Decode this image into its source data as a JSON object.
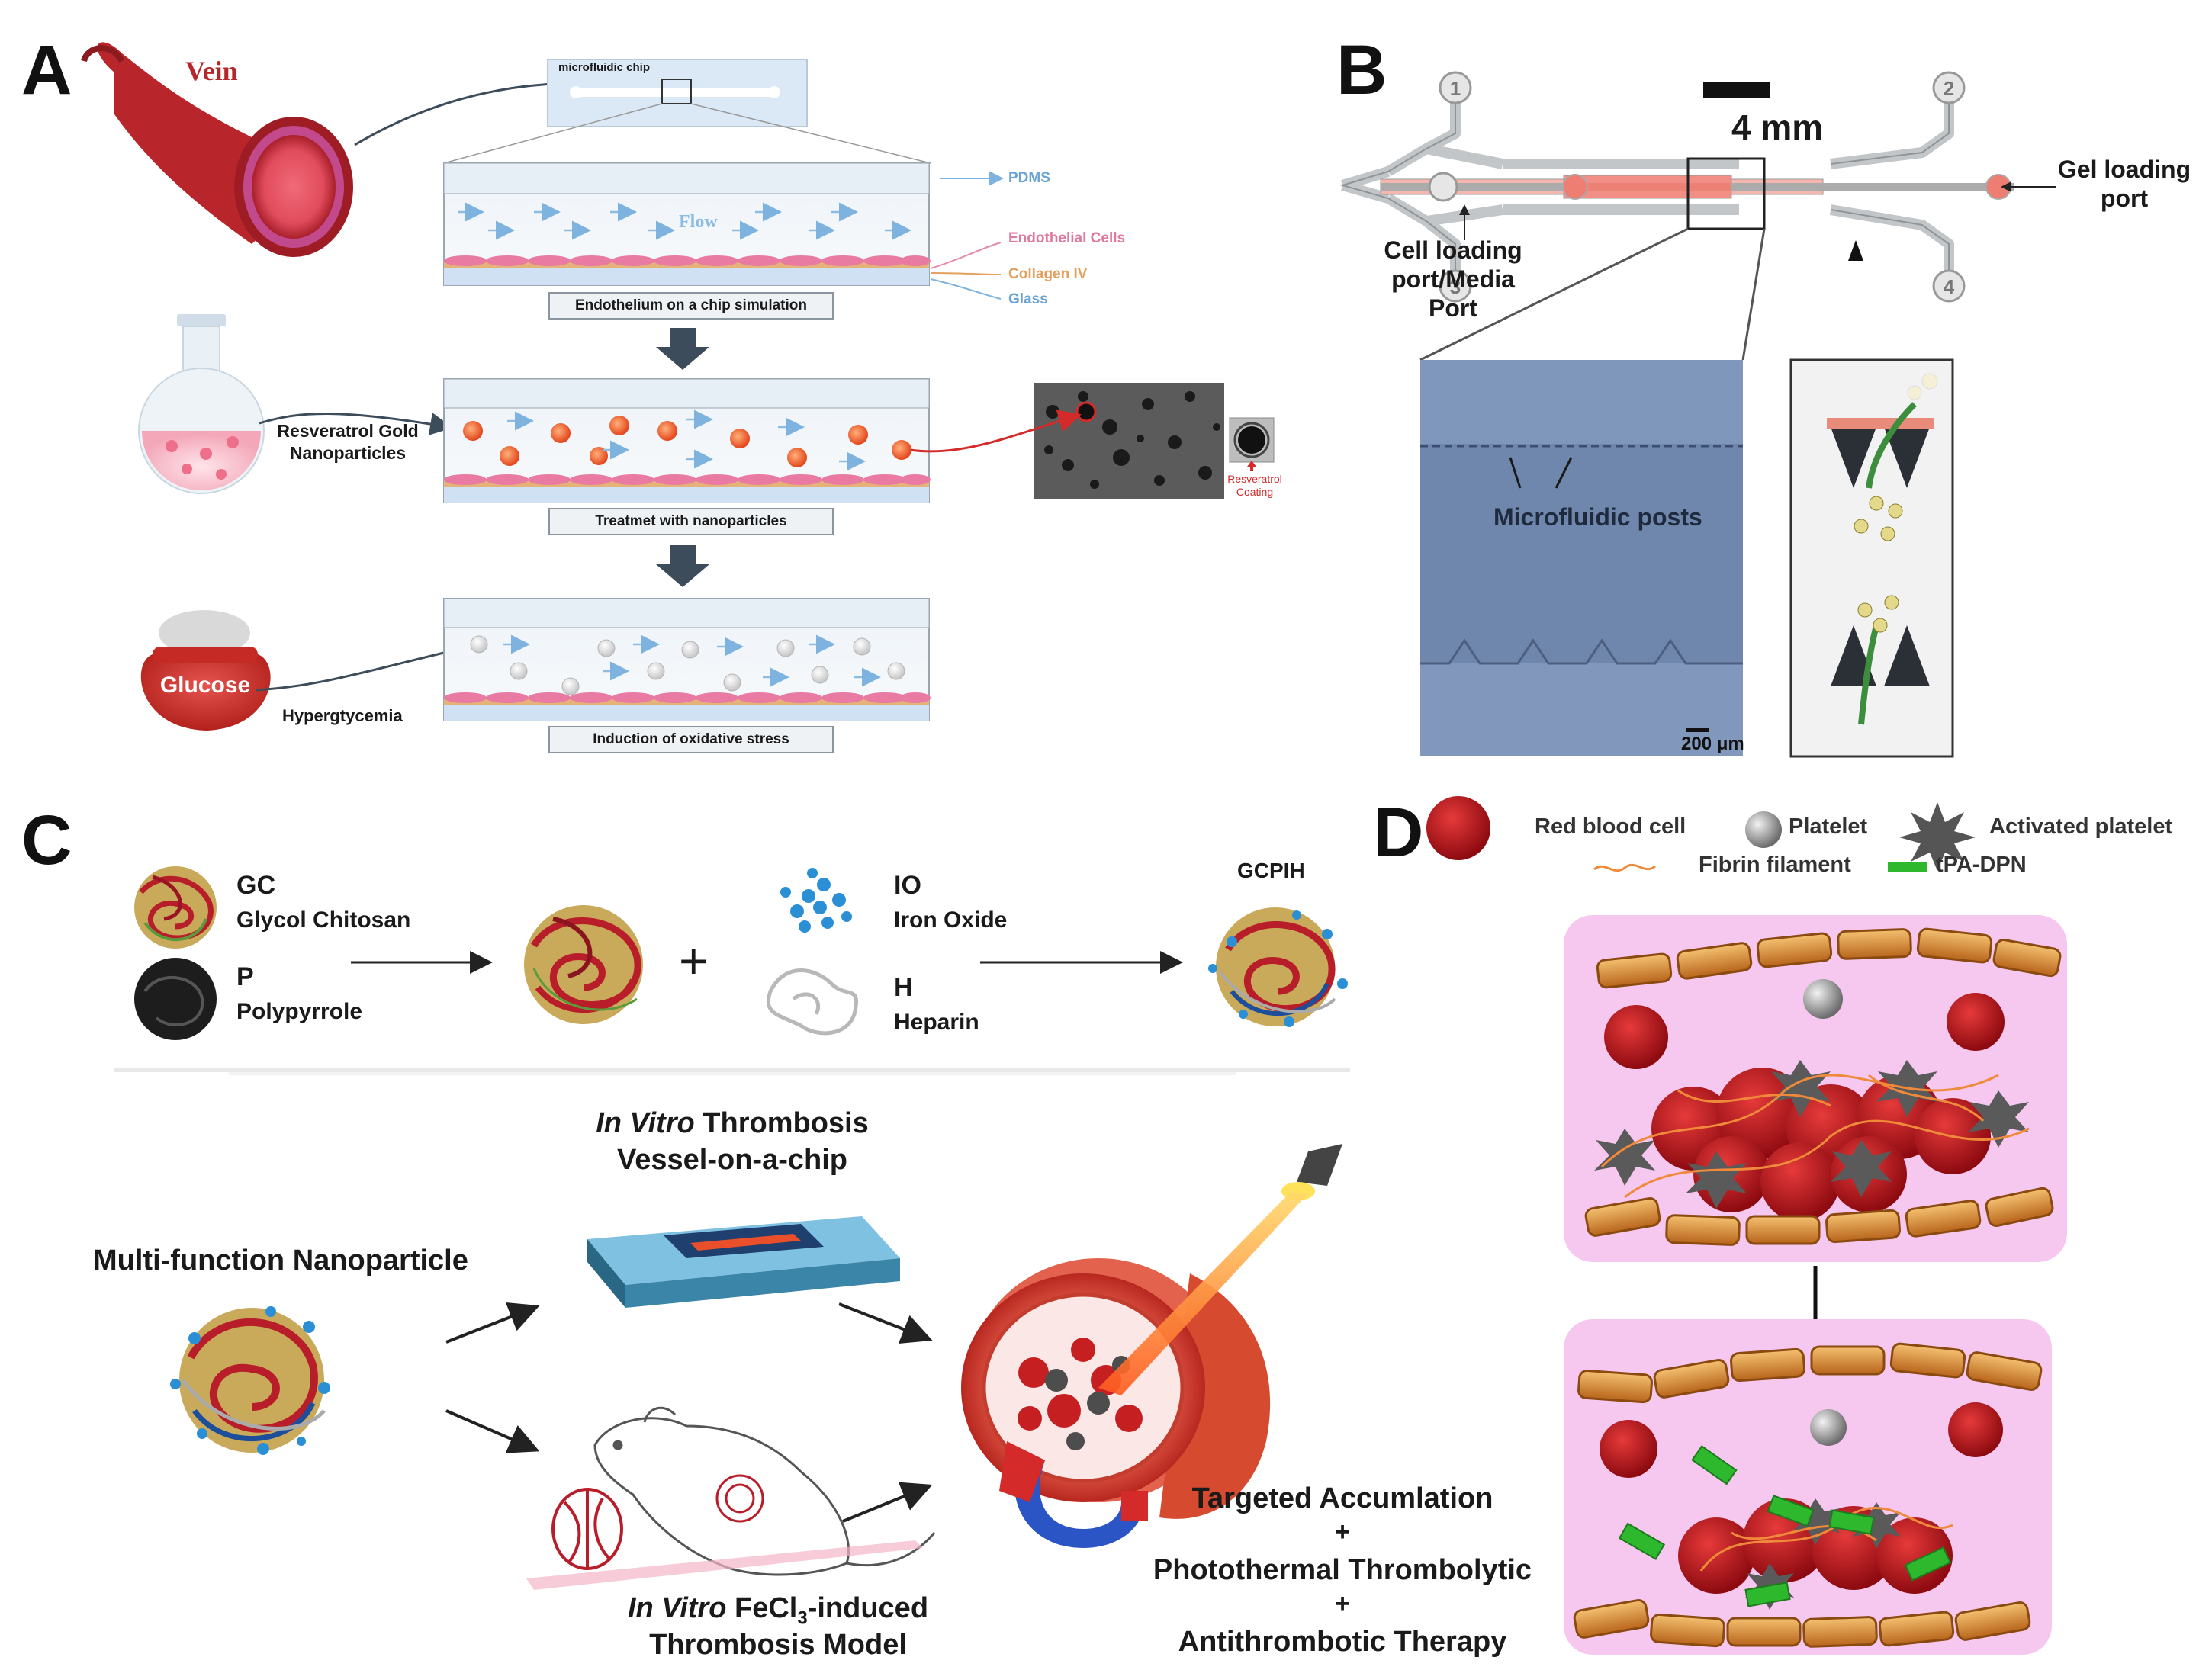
{
  "panels": {
    "a": "A",
    "b": "B",
    "c": "C",
    "d": "D"
  },
  "panel_a": {
    "vein": "Vein",
    "chip": "microfluidic chip",
    "flow": "Flow",
    "layers": {
      "pdms": "PDMS",
      "endothelial": "Endothelial Cells",
      "collagen": "Collagen IV",
      "glass": "Glass"
    },
    "steps": {
      "step1": "Endothelium on a chip simulation",
      "step2": "Treatmet with nanoparticles",
      "step3": "Induction of  oxidative stress"
    },
    "resveratrol_line1": "Resveratrol Gold",
    "resveratrol_line2": "Nanoparticles",
    "coating_line1": "Resveratrol",
    "coating_line2": "Coating",
    "glucose": "Glucose",
    "hyper": "Hypergtycemia",
    "colors": {
      "vein": "#b5272a",
      "cells": "#d9507c",
      "nanoparticle": "#e8542a",
      "arrow": "#7db3de"
    }
  },
  "panel_b": {
    "scale": "4 mm",
    "ports": [
      "1",
      "2",
      "3",
      "4"
    ],
    "gel_line1": "Gel loading",
    "gel_line2": "port",
    "cell_line1": "Cell loading",
    "cell_line2": "port/Media",
    "cell_line3": "Port",
    "posts": "Microfluidic posts",
    "micro_scale": "200 μm"
  },
  "panel_c": {
    "gc_abbr": "GC",
    "gc_name": "Glycol Chitosan",
    "p_abbr": "P",
    "p_name": "Polypyrrole",
    "io_abbr": "IO",
    "io_name": "Iron Oxide",
    "h_abbr": "H",
    "h_name": "Heparin",
    "plus": "+",
    "gcpih": "GCPIH",
    "invitro1_italic": "In Vitro",
    "invitro1_rest": " Thrombosis",
    "invitro1_line2": "Vessel-on-a-chip",
    "multi": "Multi-function Nanoparticle",
    "invitro2_italic": "In Vitro",
    "invitro2_rest": " FeCl",
    "invitro2_sub": "3",
    "invitro2_end": "-induced",
    "invitro2_line2": "Thrombosis Model",
    "therapy": [
      "Targeted Accumlation",
      "+",
      "Photothermal Thrombolytic",
      "+",
      "Antithrombotic Therapy"
    ]
  },
  "panel_d": {
    "legend": {
      "rbc": "Red blood cell",
      "platelet": "Platelet",
      "activated": "Activated platelet",
      "fibrin": "Fibrin filament",
      "tpa": "tPA-DPN"
    },
    "colors": {
      "bg": "#f6c8f0",
      "rbc": "#c8101a",
      "wall": "#d98a2e",
      "tpa": "#2eb82e"
    }
  }
}
